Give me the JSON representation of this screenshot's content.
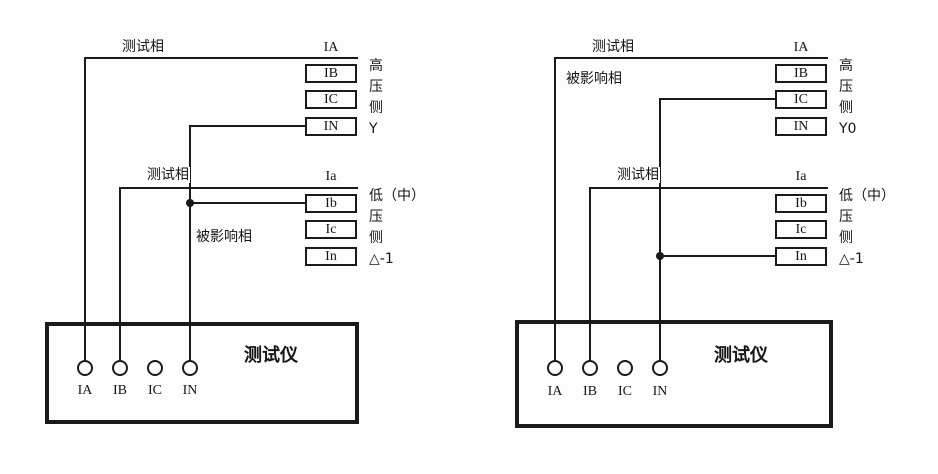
{
  "diagrams": [
    {
      "name": "left",
      "labels": {
        "test_phase_top": "测试相",
        "test_phase_mid": "测试相",
        "affected_phase": "被影响相"
      },
      "high_winding": {
        "top_terminal": "IA",
        "terminals": [
          "IB",
          "IC",
          "IN"
        ],
        "side_label": [
          "高",
          "压",
          "侧",
          "Y"
        ]
      },
      "low_winding": {
        "top_terminal": "Ia",
        "terminals": [
          "Ib",
          "Ic",
          "In"
        ],
        "side_label": [
          "低（中）",
          "压",
          "侧",
          "△-1"
        ]
      },
      "tester": {
        "label": "测试仪",
        "terminals": [
          "IA",
          "IB",
          "IC",
          "IN"
        ]
      }
    },
    {
      "name": "right",
      "labels": {
        "test_phase_top": "测试相",
        "test_phase_mid": "测试相",
        "affected_phase": "被影响相"
      },
      "high_winding": {
        "top_terminal": "IA",
        "terminals": [
          "IB",
          "IC",
          "IN"
        ],
        "side_label": [
          "高",
          "压",
          "侧",
          "Y0"
        ]
      },
      "low_winding": {
        "top_terminal": "Ia",
        "terminals": [
          "Ib",
          "Ic",
          "In"
        ],
        "side_label": [
          "低（中）",
          "压",
          "侧",
          "△-1"
        ]
      },
      "tester": {
        "label": "测试仪",
        "terminals": [
          "IA",
          "IB",
          "IC",
          "IN"
        ]
      }
    }
  ]
}
